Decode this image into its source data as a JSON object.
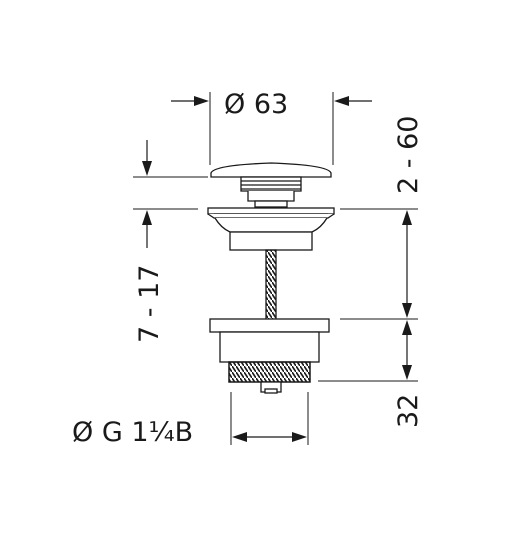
{
  "dimensions": {
    "cap_diameter": "Ø 63",
    "stroke_range": "2 - 60",
    "thickness_range": "7 - 17",
    "body_height": "32",
    "thread_spec": "Ø G 1¼B"
  },
  "colors": {
    "line": "#1a1a1a",
    "background": "#ffffff"
  }
}
